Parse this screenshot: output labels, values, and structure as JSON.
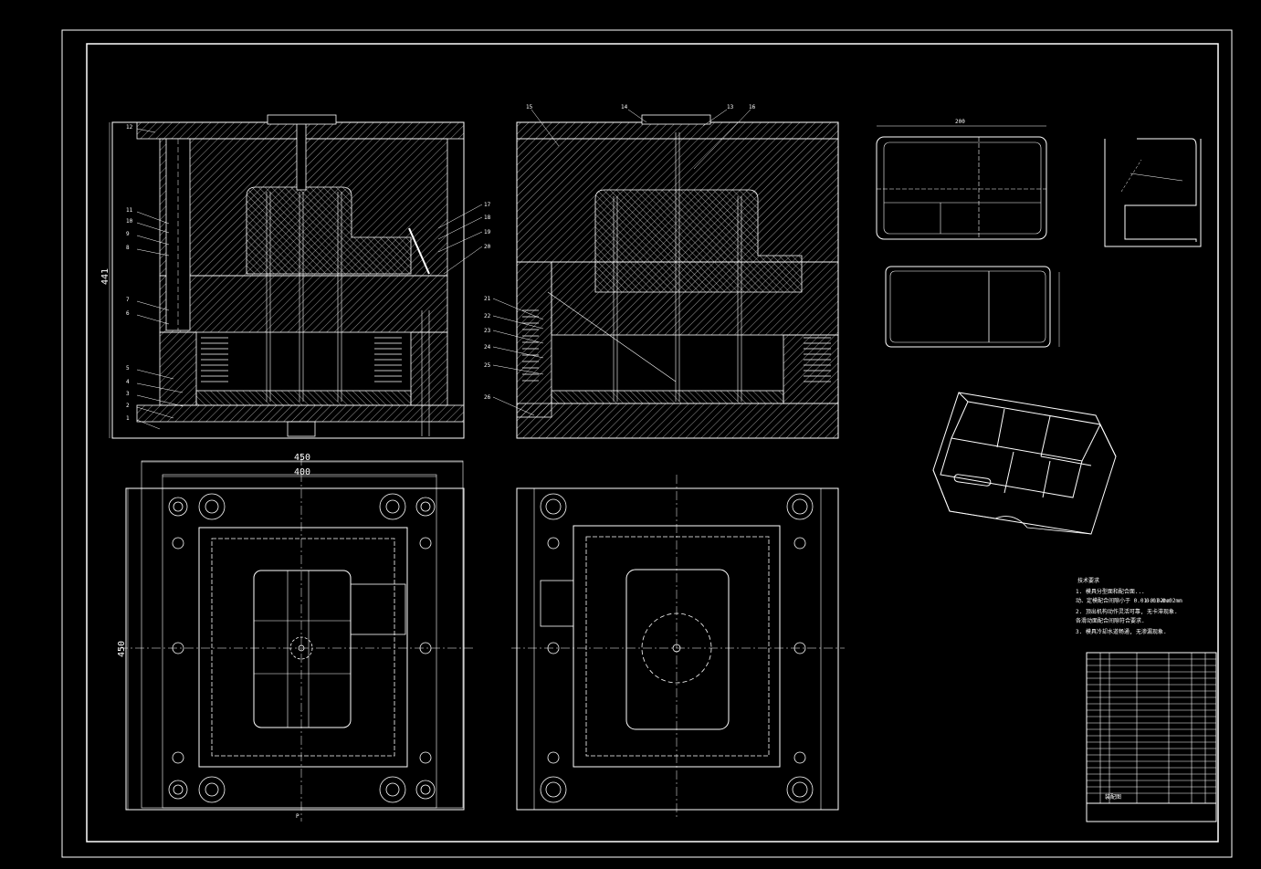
{
  "dimensions": {
    "overall_height": "441",
    "plate_width_outer": "450",
    "plate_width_inner": "400",
    "plate_height": "450",
    "part_length": "200",
    "part_tolerance": "0.01-0.02mm"
  },
  "section_labels": {
    "p": "P"
  },
  "front_section": {
    "callouts": [
      "12",
      "11",
      "10",
      "9",
      "8",
      "7",
      "6",
      "5",
      "4",
      "3",
      "2",
      "1"
    ],
    "right_callouts": [
      "17",
      "18",
      "19",
      "20"
    ]
  },
  "side_section": {
    "top_callouts": [
      "15",
      "14",
      "13",
      "16"
    ],
    "left_callouts": [
      "21",
      "22",
      "23",
      "24",
      "25",
      "26"
    ]
  },
  "tech_notes": {
    "title": "技术要求",
    "lines": [
      "1. 模具分型面和配合面...",
      "   动、定模配合间隙小于 0.01-0.02mm",
      "2. 顶出机构动作灵活可靠, 无卡滞现象.",
      "   各滑动面配合间隙符合要求.",
      "3. 模具冷却水道畅通, 无渗漏现象."
    ]
  },
  "title_block": {
    "name_label": "装配图"
  },
  "colors": {
    "background": "#000000",
    "lines": "#ffffff"
  }
}
